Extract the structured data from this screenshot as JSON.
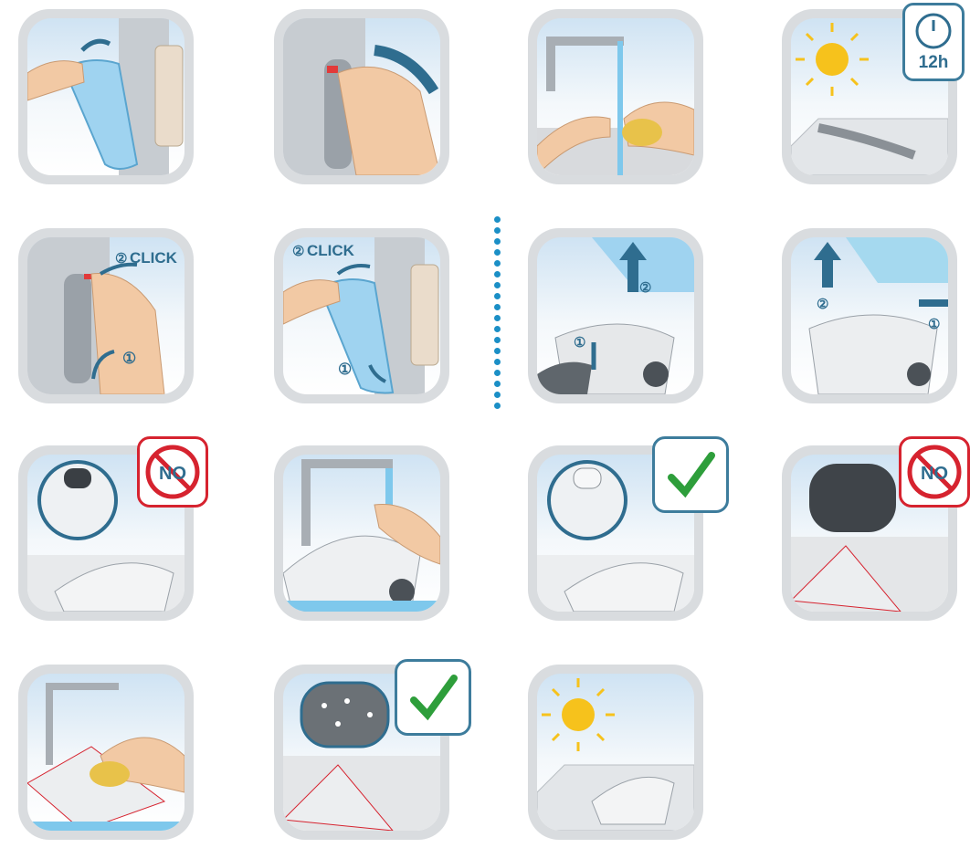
{
  "labels": {
    "timer_text": "12h",
    "click_1": "CLICK",
    "click_2": "CLICK",
    "no_1": "NO",
    "no_2": "NO",
    "step_one": "①",
    "step_two": "②"
  },
  "colors": {
    "tile_frame": "#d9dcdf",
    "water": "#7ec8ec",
    "arrow": "#2f6d8f",
    "no_red": "#d6232f",
    "check_green": "#2e9e3b",
    "sun": "#f6c21c",
    "sponge": "#e8c24a",
    "dots": "#1b8fc6"
  },
  "tiles": [
    {
      "name": "remove-water-tank",
      "icon": "hand-pulling-tank"
    },
    {
      "name": "press-release-button",
      "icon": "hand-pressing-handle"
    },
    {
      "name": "rinse-tank-under-tap",
      "icon": "tap-and-sponge"
    },
    {
      "name": "dry-12h-in-sun",
      "icon": "sun-and-part"
    },
    {
      "name": "reattach-handle-click",
      "icon": "handle-click"
    },
    {
      "name": "reattach-tank-click",
      "icon": "tank-click"
    },
    {
      "name": "remove-floorhead-step",
      "icon": "floorhead-arrows"
    },
    {
      "name": "release-floorhead-step",
      "icon": "floorhead-arrows-2"
    },
    {
      "name": "dirty-filter-no",
      "icon": "dirty-filter"
    },
    {
      "name": "rinse-floorhead",
      "icon": "tap-floorhead"
    },
    {
      "name": "clean-filter-ok",
      "icon": "clean-filter"
    },
    {
      "name": "dirty-pad-no",
      "icon": "dirty-pad"
    },
    {
      "name": "wash-pad-with-sponge",
      "icon": "tap-pad-sponge"
    },
    {
      "name": "clean-pad-ok",
      "icon": "clean-pad"
    },
    {
      "name": "dry-floorhead-in-sun",
      "icon": "sun-floorhead"
    }
  ]
}
